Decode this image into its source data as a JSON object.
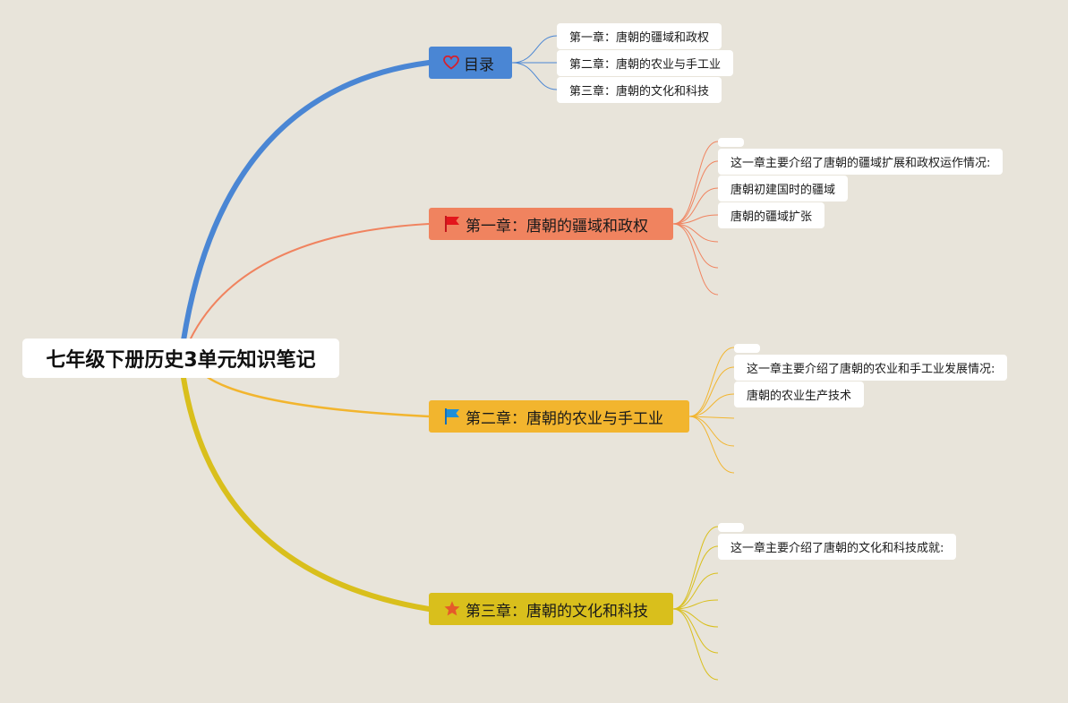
{
  "root": {
    "title": "七年级下册历史3单元知识笔记"
  },
  "colors": {
    "background": "#e8e4da",
    "toc": "#4a86d4",
    "chapter1": "#f0835f",
    "chapter2": "#f2b52e",
    "chapter3": "#d9bf1c",
    "branch_blue": "#4a86d4",
    "branch_yellow": "#d9bf1c"
  },
  "toc": {
    "label": "目录",
    "icon": "heart-outline-icon",
    "items": [
      "第一章：唐朝的疆域和政权",
      "第二章：唐朝的农业与手工业",
      "第三章：唐朝的文化和科技"
    ]
  },
  "chapters": [
    {
      "label": "第一章：唐朝的疆域和政权",
      "icon": "red-flag-icon",
      "items": [
        "",
        "这一章主要介绍了唐朝的疆域扩展和政权运作情况:",
        "唐朝初建国时的疆域",
        "唐朝的疆域扩张"
      ]
    },
    {
      "label": "第二章：唐朝的农业与手工业",
      "icon": "blue-flag-icon",
      "items": [
        "",
        "这一章主要介绍了唐朝的农业和手工业发展情况:",
        "唐朝的农业生产技术"
      ]
    },
    {
      "label": "第三章：唐朝的文化和科技",
      "icon": "star-icon",
      "items": [
        "",
        "这一章主要介绍了唐朝的文化和科技成就:"
      ]
    }
  ]
}
